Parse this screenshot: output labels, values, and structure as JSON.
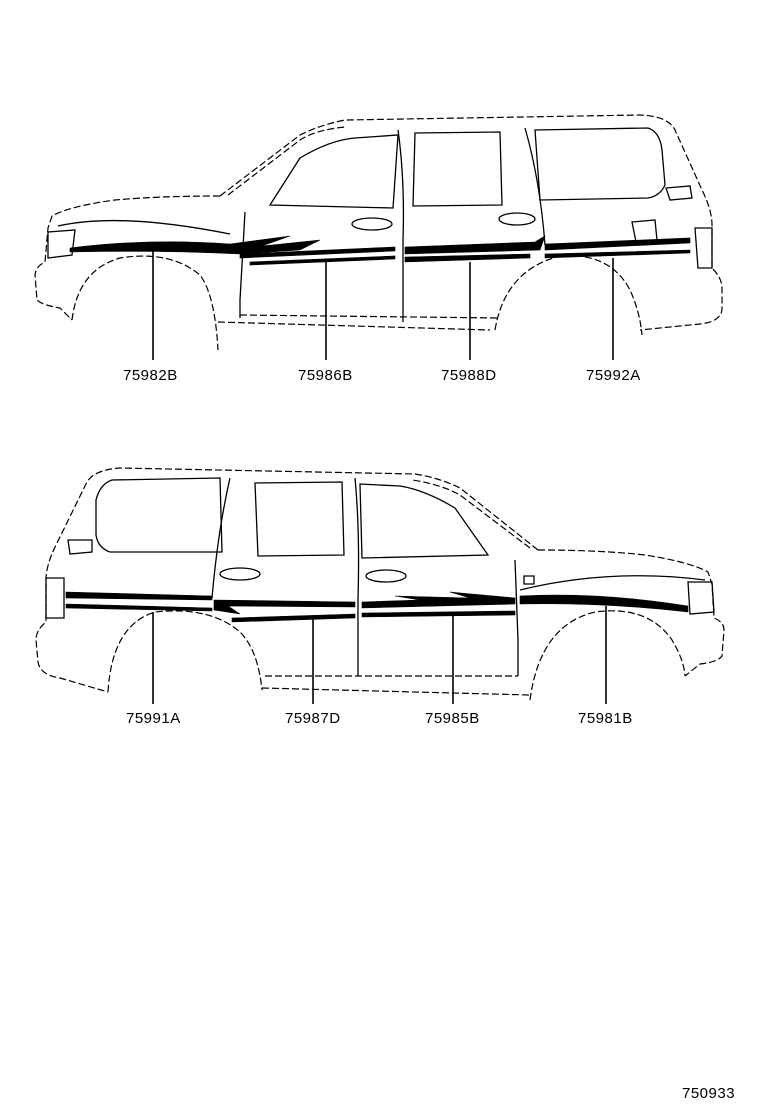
{
  "top_view": {
    "callouts": [
      {
        "label": "75982B"
      },
      {
        "label": "75986B"
      },
      {
        "label": "75988D"
      },
      {
        "label": "75992A"
      }
    ]
  },
  "bottom_view": {
    "callouts": [
      {
        "label": "75991A"
      },
      {
        "label": "75987D"
      },
      {
        "label": "75985B"
      },
      {
        "label": "75981B"
      }
    ]
  },
  "sheet_id": "750933"
}
